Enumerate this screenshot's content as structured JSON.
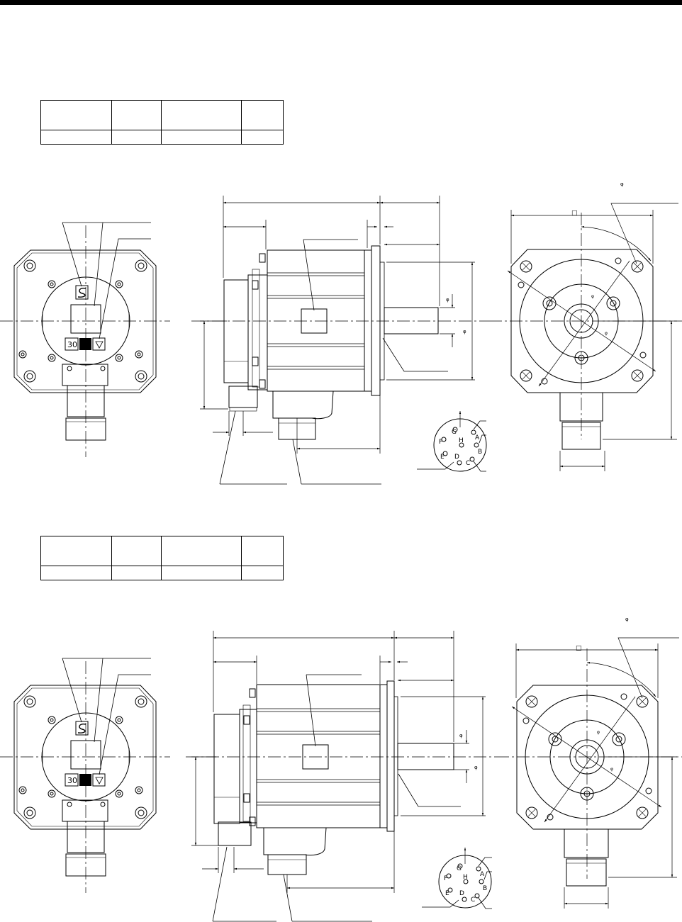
{
  "sheet_1": {
    "spec_table": {
      "rows": [
        [
          "",
          "",
          "",
          ""
        ],
        [
          "",
          "",
          "",
          ""
        ]
      ]
    },
    "labels": {
      "pin_G": "G",
      "pin_A": "A",
      "pin_H": "H",
      "pin_B": "B",
      "pin_F": "F",
      "pin_E": "E",
      "pin_D": "D",
      "pin_C": "C",
      "nameplate_mark": "30",
      "phi_mark": "φ",
      "square_mark": "□"
    }
  },
  "sheet_2": {
    "spec_table": {
      "rows": [
        [
          "",
          "",
          "",
          ""
        ],
        [
          "",
          "",
          "",
          ""
        ]
      ]
    },
    "labels": {
      "pin_G": "G",
      "pin_A": "A",
      "pin_H": "H",
      "pin_B": "B",
      "pin_F": "F",
      "pin_E": "E",
      "pin_D": "D",
      "pin_C": "C",
      "nameplate_mark": "30",
      "phi_mark": "φ",
      "square_mark": "□"
    }
  }
}
